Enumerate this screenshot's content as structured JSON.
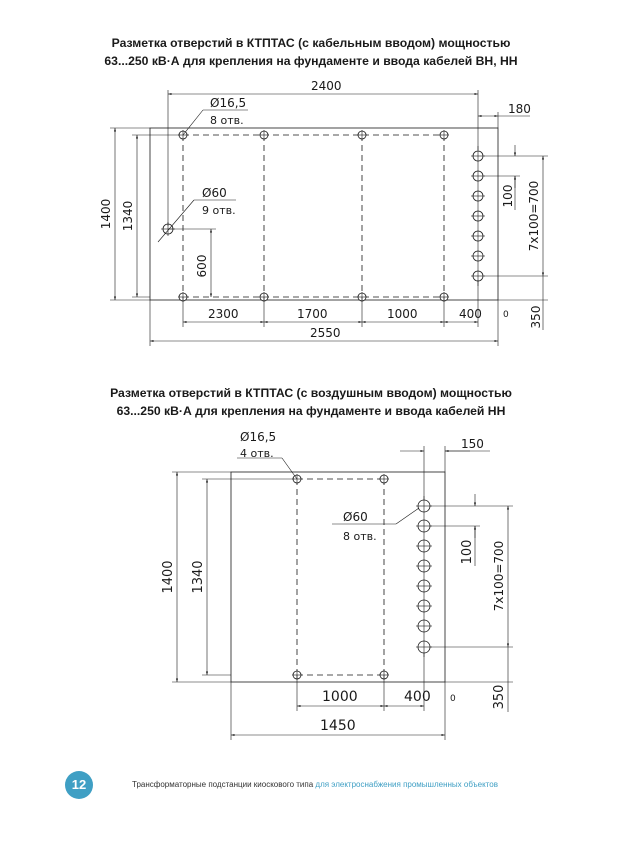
{
  "drawing1": {
    "title_line1": "Разметка отверстий в КТПТАС (с кабельным вводом) мощностью",
    "title_line2": "63...250 кВ·А для крепления на фундаменте и ввода кабелей ВН, НН",
    "dims": {
      "d2400": "2400",
      "d180": "180",
      "hole_small_dia": "Ø16,5",
      "hole_small_count": "8 отв.",
      "hole_large_dia": "Ø60",
      "hole_large_count": "9 отв.",
      "d1400": "1400",
      "d1340": "1340",
      "d600": "600",
      "d100": "100",
      "d7x100": "7х100=700",
      "d2300": "2300",
      "d1700": "1700",
      "d1000": "1000",
      "d400": "400",
      "d0": "0",
      "d350": "350",
      "d2550": "2550"
    }
  },
  "drawing2": {
    "title_line1": "Разметка отверстий в КТПТАС (с воздушным вводом) мощностью",
    "title_line2": "63...250 кВ·А для крепления на фундаменте и ввода кабелей НН",
    "dims": {
      "hole_small_dia": "Ø16,5",
      "hole_small_count": "4 отв.",
      "d150": "150",
      "hole_large_dia": "Ø60",
      "hole_large_count": "8 отв.",
      "d1400": "1400",
      "d1340": "1340",
      "d100": "100",
      "d7x100": "7х100=700",
      "d1000": "1000",
      "d400": "400",
      "d0": "0",
      "d350": "350",
      "d1450": "1450"
    }
  },
  "footer": {
    "page_number": "12",
    "text_main": "Трансформаторные подстанции киоскового типа",
    "text_accent": "для электроснабжения промышленных объектов"
  }
}
